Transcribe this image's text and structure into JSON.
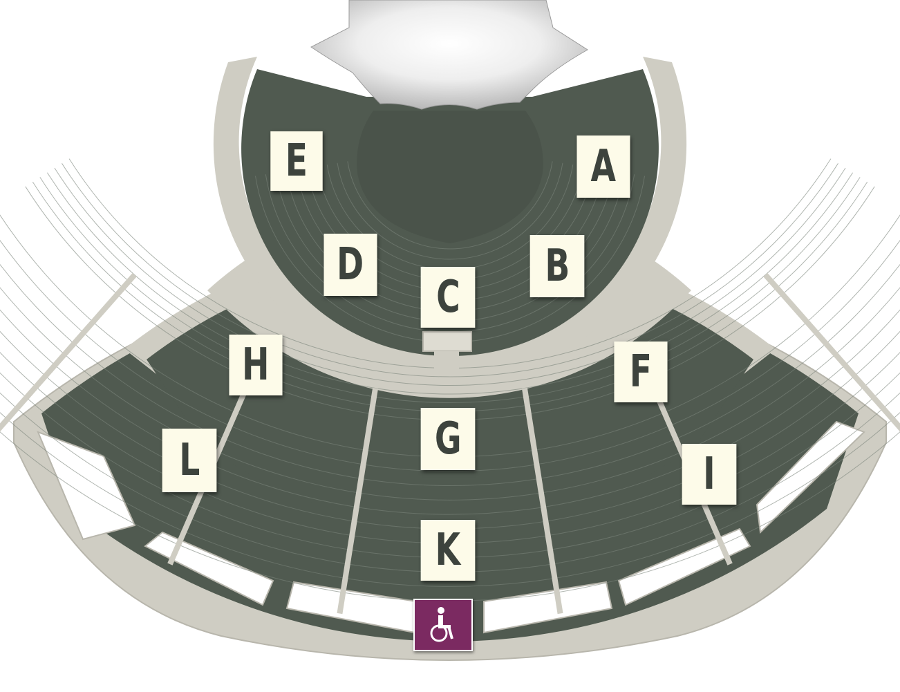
{
  "venue_map": {
    "sections": [
      {
        "id": "A",
        "label": "A"
      },
      {
        "id": "B",
        "label": "B"
      },
      {
        "id": "C",
        "label": "C"
      },
      {
        "id": "D",
        "label": "D"
      },
      {
        "id": "E",
        "label": "E"
      },
      {
        "id": "F",
        "label": "F"
      },
      {
        "id": "G",
        "label": "G"
      },
      {
        "id": "H",
        "label": "H"
      },
      {
        "id": "I",
        "label": "I"
      },
      {
        "id": "K",
        "label": "K"
      },
      {
        "id": "L",
        "label": "L"
      }
    ],
    "accessible_icon": "wheelchair-icon",
    "colors": {
      "seating": "#505a50",
      "walkway": "#cfcdc3",
      "stage_floor": "#4a534a",
      "canopy": "#e6e6e6",
      "label_bg": "#fdfbe9",
      "label_text": "#3d433d",
      "accessible_bg": "#7b2a61"
    }
  }
}
